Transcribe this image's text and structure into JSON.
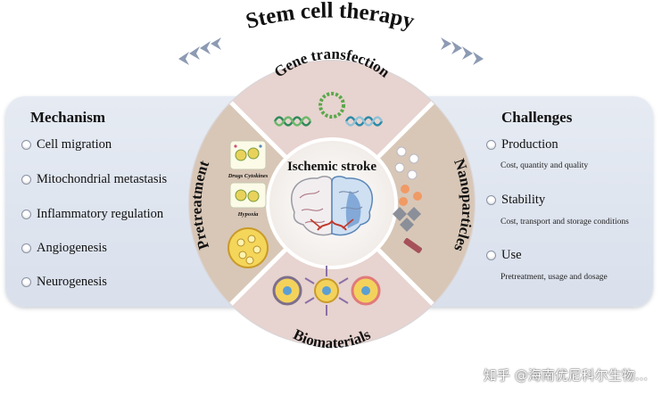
{
  "title": "Stem cell therapy",
  "center_label": "Ischemic stroke",
  "ring_labels": {
    "top": "Gene transfection",
    "right": "Nanoparticles",
    "bottom": "Biomaterials",
    "left": "Pretreatment"
  },
  "pretreatment_cards": {
    "drugs": "Drugs Cytokines",
    "hypoxia": "Hypoxia"
  },
  "mechanism": {
    "title": "Mechanism",
    "items": [
      "Cell migration",
      "Mitochondrial metastasis",
      "Inflammatory regulation",
      "Angiogenesis",
      "Neurogenesis"
    ]
  },
  "challenges": {
    "title": "Challenges",
    "items": [
      {
        "label": "Production",
        "detail": "Cost, quantity and quality"
      },
      {
        "label": "Stability",
        "detail": "Cost, transport and storage conditions"
      },
      {
        "label": "Use",
        "detail": "Pretreatment,  usage and dosage"
      }
    ]
  },
  "watermark": "知乎 @海南优尼科尔生物...",
  "colors": {
    "ring_tan": "#d8c7b7",
    "ring_pink": "#e7d3cf",
    "center": "#ffffff",
    "panel": "#dde3ee"
  }
}
